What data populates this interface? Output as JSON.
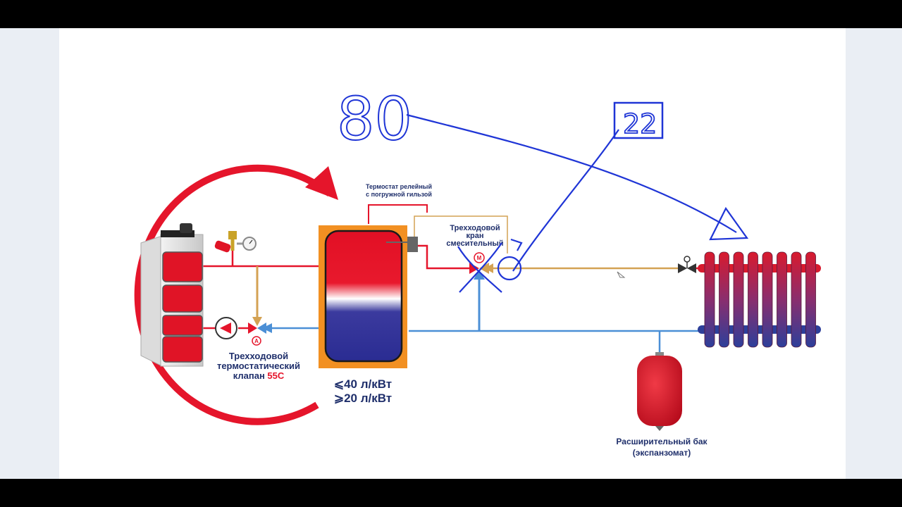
{
  "colors": {
    "hot": "#e5152b",
    "cold": "#4b8fd6",
    "mixed": "#d4a253",
    "ink": "#1f35d6",
    "label": "#1f2f6b",
    "accent_red": "#e5152b"
  },
  "annotations": {
    "temp_80": "80",
    "temp_22": "22"
  },
  "labels": {
    "thermostat_line1": "Термостат релейный",
    "thermostat_line2": "с погружной гильзой",
    "mix_valve_line1": "Трехходовой",
    "mix_valve_line2": "кран",
    "mix_valve_line3": "смесительный",
    "thermo_valve_line1": "Трехходовой",
    "thermo_valve_line2": "термостатический",
    "thermo_valve_line3a": "клапан ",
    "thermo_valve_line3b": "55С",
    "ratio_max": "⩽40 л/кВт",
    "ratio_min": "⩾20 л/кВт",
    "tank_line1": "Расширительный бак",
    "tank_line2": "(экспанзомат)",
    "valve_marker_m": "M",
    "valve_marker_a": "A"
  },
  "icons": [
    "boiler-icon",
    "safety-group-icon",
    "pressure-gauge-icon",
    "pump-icon",
    "buffer-tank-icon",
    "radiator-icon",
    "expansion-tank-icon",
    "shutoff-valve-icon"
  ]
}
